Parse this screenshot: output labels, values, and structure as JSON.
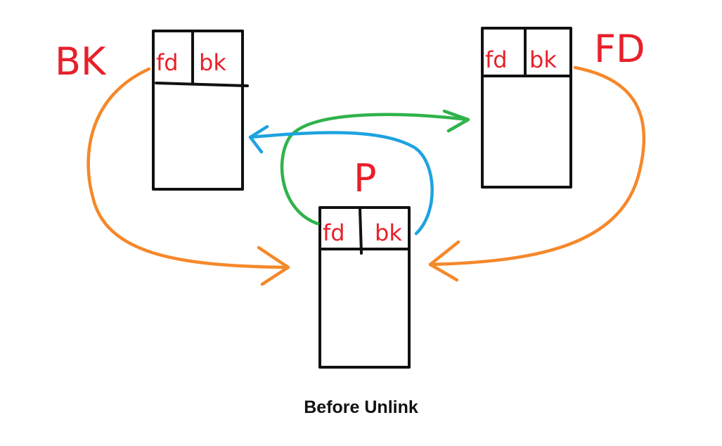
{
  "labels": {
    "bk": "BK",
    "fd": "FD",
    "p": "P"
  },
  "chunks": {
    "bk_chunk": {
      "fd": "fd",
      "bk": "bk"
    },
    "fd_chunk": {
      "fd": "fd",
      "bk": "bk"
    },
    "p_chunk": {
      "fd": "fd",
      "bk": "bk"
    }
  },
  "caption": "Before Unlink",
  "colors": {
    "text": "#e8202a",
    "orange": "#f5882a",
    "green": "#2fb34a",
    "blue": "#1ea3e0"
  }
}
